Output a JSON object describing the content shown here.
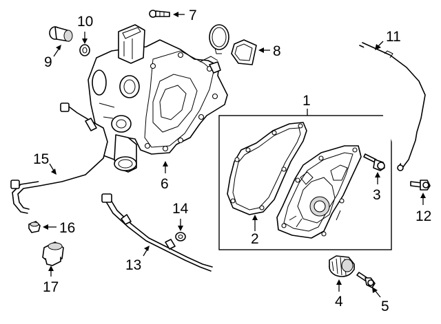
{
  "callouts": {
    "c1": "1",
    "c2": "2",
    "c3": "3",
    "c4": "4",
    "c5": "5",
    "c6": "6",
    "c7": "7",
    "c8": "8",
    "c9": "9",
    "c10": "10",
    "c11": "11",
    "c12": "12",
    "c13": "13",
    "c14": "14",
    "c15": "15",
    "c16": "16",
    "c17": "17"
  },
  "colors": {
    "line": "#000000",
    "background": "#ffffff",
    "shade": "#d9d9d9"
  }
}
